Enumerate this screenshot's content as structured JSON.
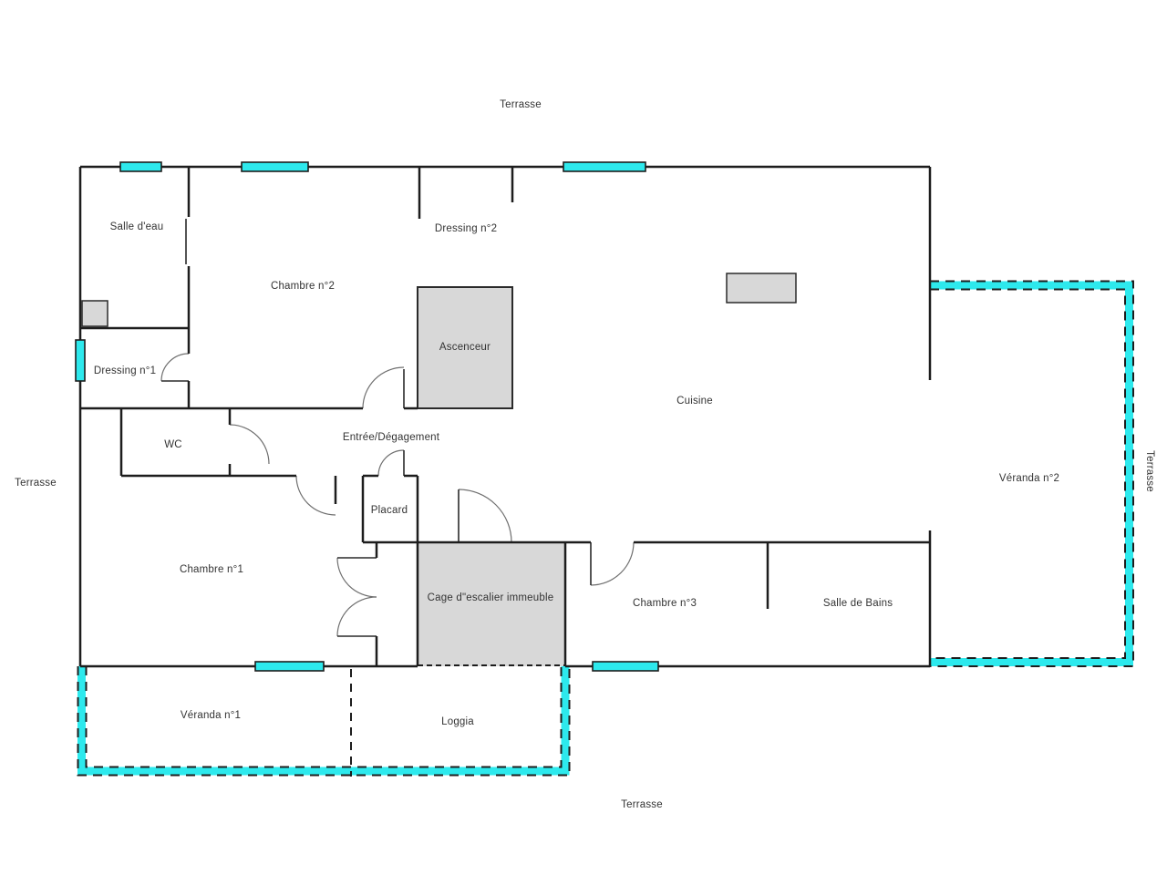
{
  "plan": {
    "rooms": {
      "salle_deau": "Salle d'eau",
      "chambre_2": "Chambre n°2",
      "dressing_2": "Dressing n°2",
      "ascenceur": "Ascenceur",
      "cuisine": "Cuisine",
      "dressing_1": "Dressing n°1",
      "wc": "WC",
      "entree_degagement": "Entrée/Dégagement",
      "placard": "Placard",
      "chambre_1": "Chambre n°1",
      "cage_escalier": "Cage d\"escalier immeuble",
      "chambre_3": "Chambre n°3",
      "salle_de_bains": "Salle de Bains",
      "veranda_1": "Véranda n°1",
      "veranda_2": "Véranda n°2",
      "loggia": "Loggia"
    },
    "outdoor": {
      "terrasse_top": "Terrasse",
      "terrasse_left": "Terrasse",
      "terrasse_right": "Terrasse",
      "terrasse_bottom": "Terrasse"
    },
    "colors": {
      "wall": "#1d1d1d",
      "door_arc": "#6f6f6f",
      "window_fill": "#2de9ed",
      "veranda_band": "#2de9ed",
      "fixture_fill": "#d8d8d8",
      "background": "#ffffff"
    }
  }
}
